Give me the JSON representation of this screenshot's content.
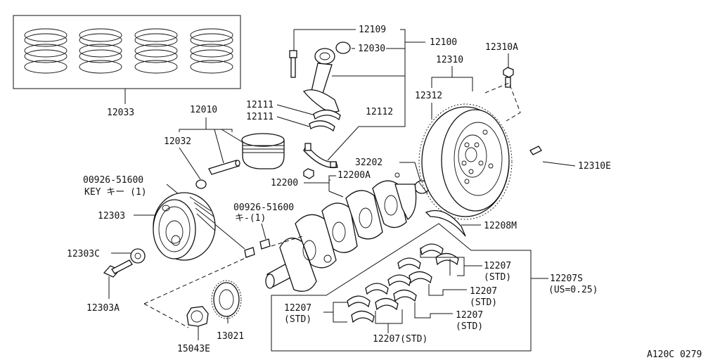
{
  "labels": {
    "l12033": "12033",
    "l12010": "12010",
    "l12032": "12032",
    "l00926a": "00926-51600",
    "lkey": "KEY キー (1)",
    "l12303": "12303",
    "l12303c": "12303C",
    "l12303a": "12303A",
    "l12109": "12109",
    "l12100": "12100",
    "l12030": "12030",
    "l12111a": "12111",
    "l12111b": "12111",
    "l12112": "12112",
    "l32202": "32202",
    "l12200a": "12200A",
    "l12200": "12200",
    "l00926b": "00926-51600",
    "lkey2": "キ-(1)",
    "l12310a": "12310A",
    "l12310": "12310",
    "l12312": "12312",
    "l12310e": "12310E",
    "l12208m": "12208M",
    "l12207_1": "12207",
    "l12207_1s": "(STD)",
    "l12207s": "12207S",
    "l12207s_us": "(US=0.25)",
    "l12207_2": "12207",
    "l12207_2s": "(STD)",
    "l12207_3": "12207",
    "l12207_3s": "(STD)",
    "l12207_4": "12207",
    "l12207_4s": "(STD)",
    "l12207_5": "12207(STD)",
    "l13021": "13021",
    "l15043e": "15043E",
    "code": "A120C 0279"
  }
}
